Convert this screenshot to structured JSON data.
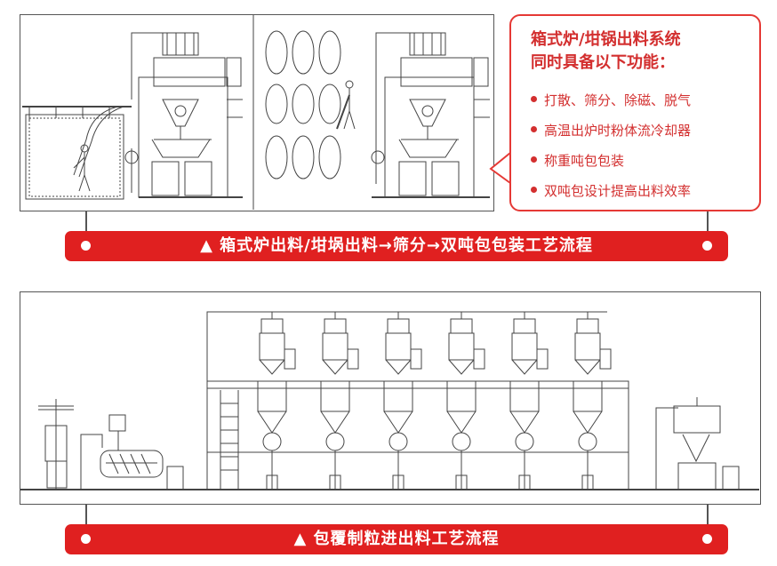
{
  "callout": {
    "title_line1": "箱式炉/坩锅出料系统",
    "title_line2": "同时具备以下功能：",
    "features": [
      "打散、筛分、除磁、脱气",
      "高温出炉时粉体流冷却器",
      "称重吨包包装",
      "双吨包设计提高出料效率"
    ]
  },
  "banners": {
    "top": "▲ 箱式炉出料/坩埚出料→筛分→双吨包包装工艺流程",
    "bottom": "▲ 包覆制粒进出料工艺流程"
  },
  "colors": {
    "accent_red": "#e02020",
    "text_red": "#d32f2f",
    "line_gray": "#555555"
  }
}
